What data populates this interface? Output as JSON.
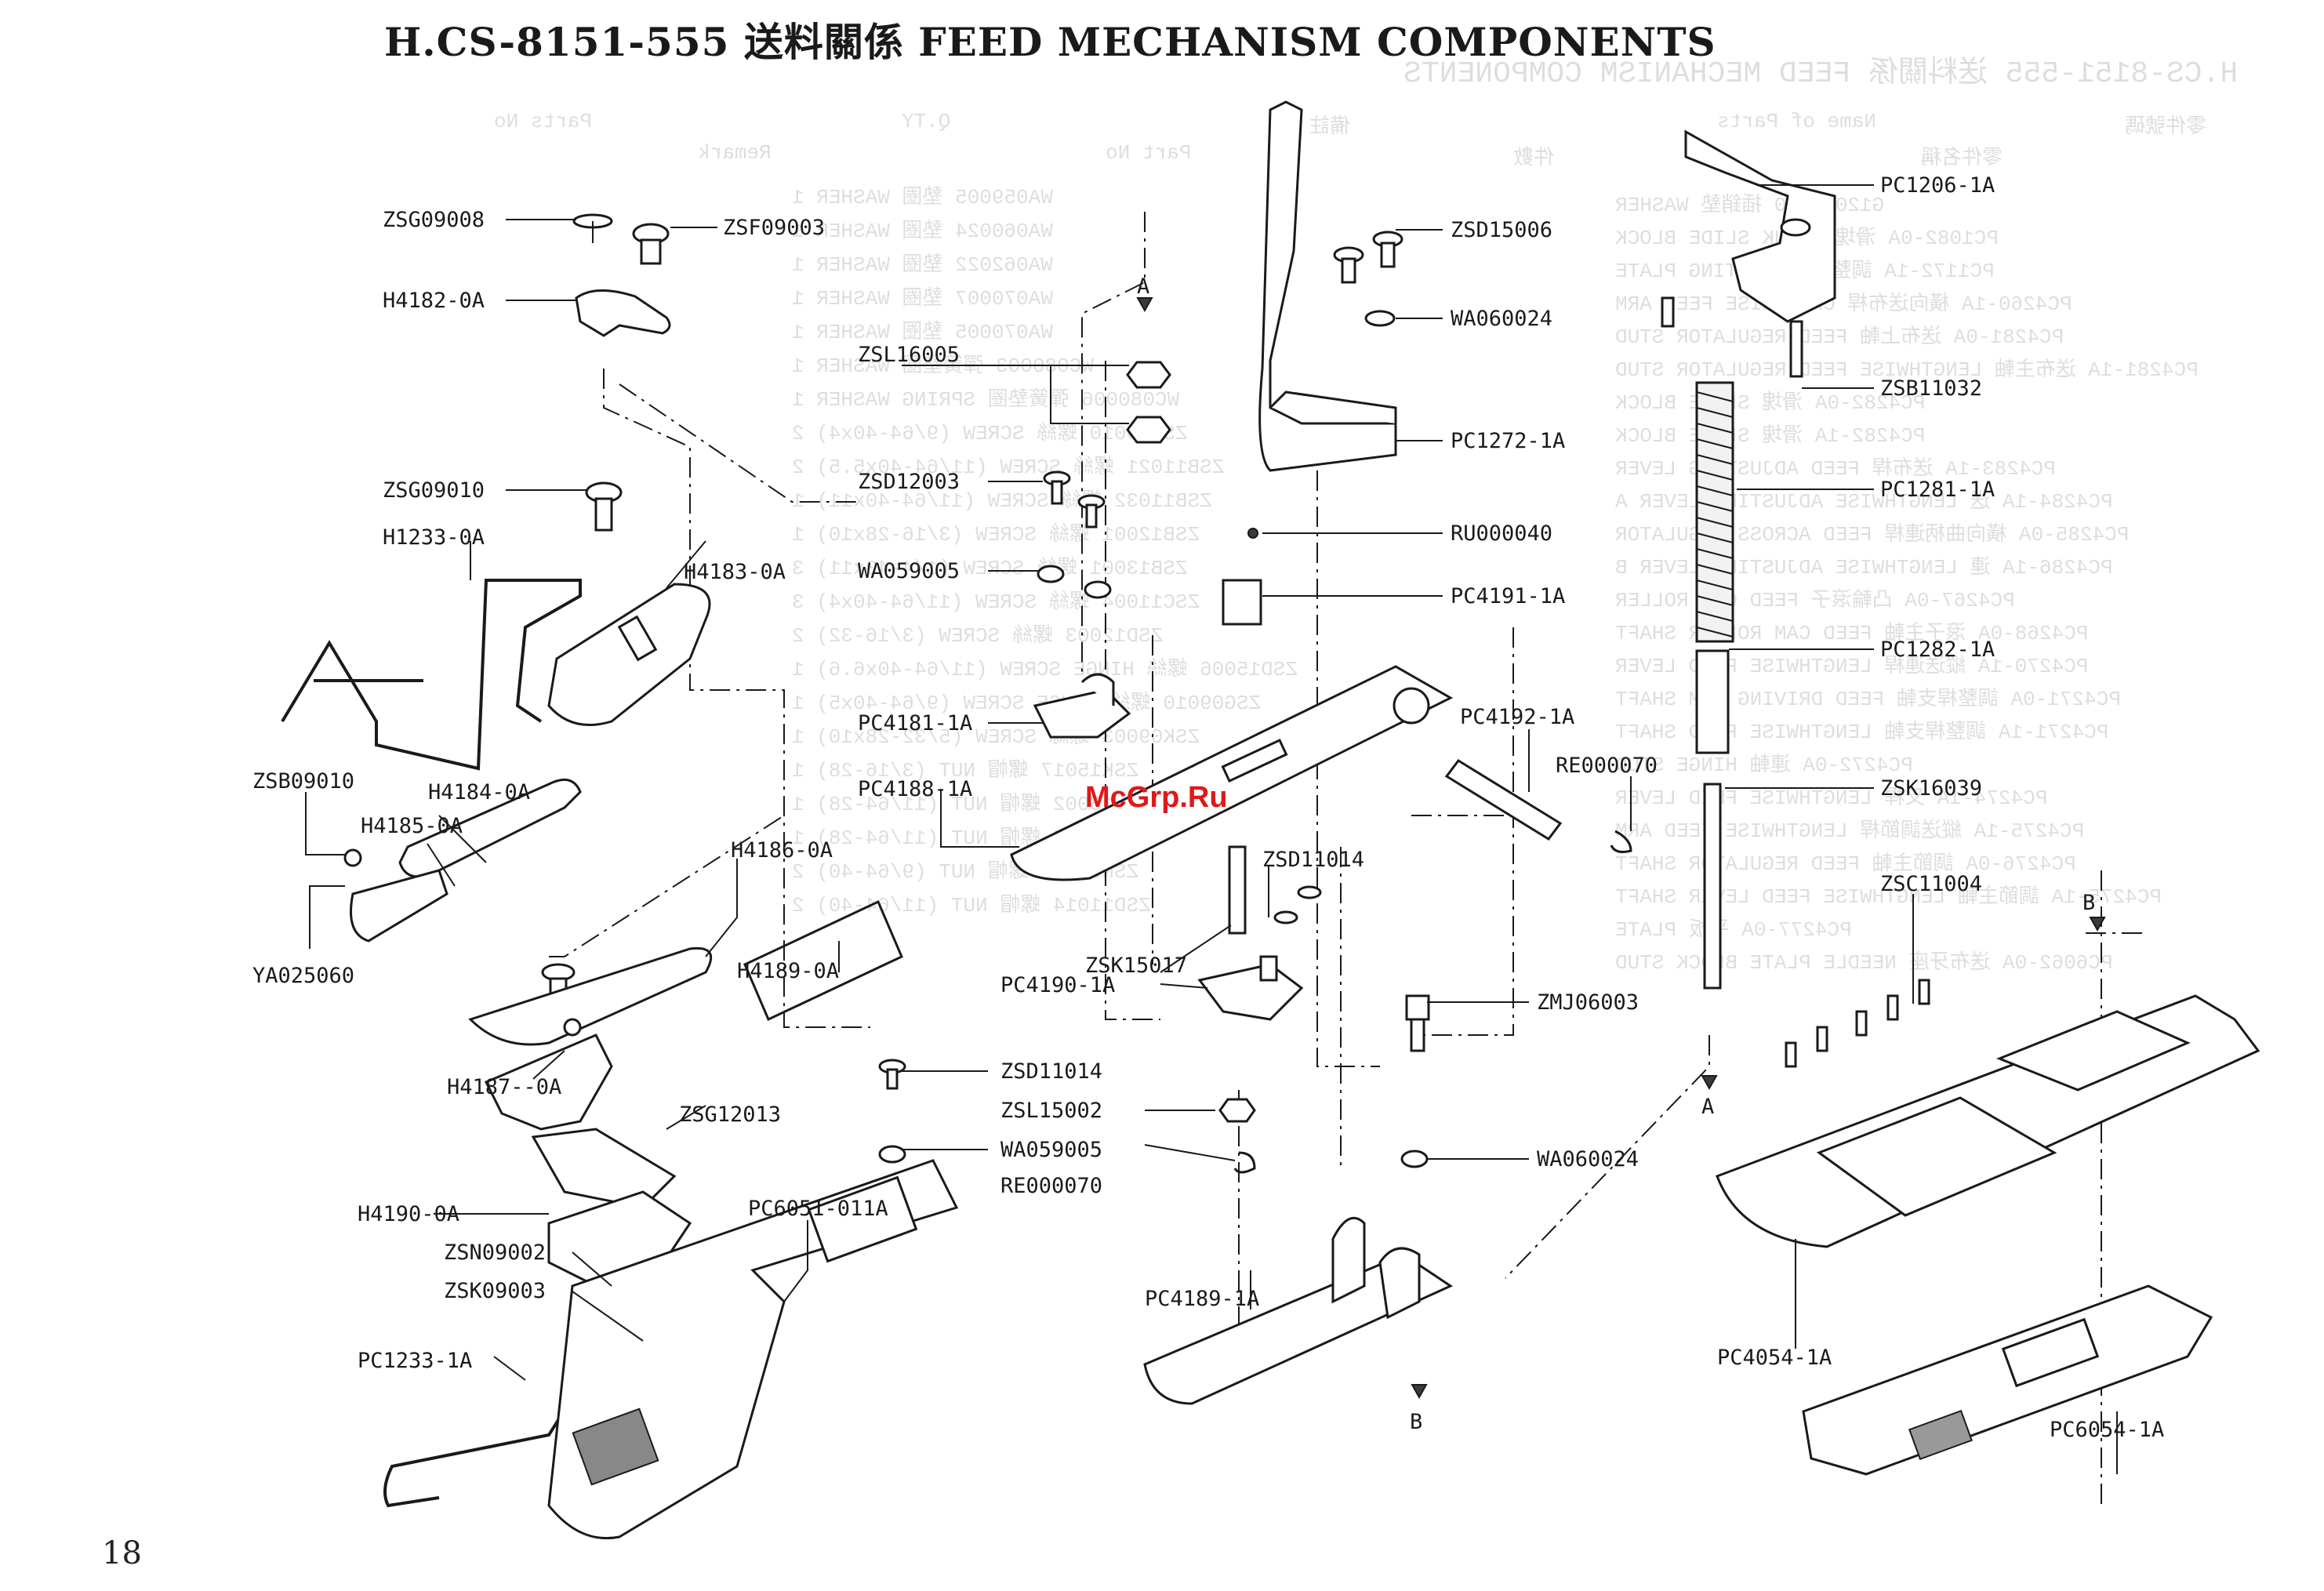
{
  "header": {
    "title": "H.CS-8151-555 送料關係 FEED MECHANISM COMPONENTS"
  },
  "page_number": "18",
  "watermark": "McGrp.Ru",
  "markers": {
    "A": "A",
    "B": "B"
  },
  "callouts": [
    {
      "id": "ZSG09008",
      "label": "ZSG09008"
    },
    {
      "id": "ZSF09003",
      "label": "ZSF09003"
    },
    {
      "id": "H4182-0A",
      "label": "H4182-0A"
    },
    {
      "id": "ZSG09010",
      "label": "ZSG09010"
    },
    {
      "id": "H1233-0A",
      "label": "H1233-0A"
    },
    {
      "id": "H4183-0A",
      "label": "H4183-0A"
    },
    {
      "id": "ZSB09010",
      "label": "ZSB09010"
    },
    {
      "id": "H4184-0A",
      "label": "H4184-0A"
    },
    {
      "id": "H4185-0A",
      "label": "H4185-0A"
    },
    {
      "id": "H4186-0A",
      "label": "H4186-0A"
    },
    {
      "id": "YA025060",
      "label": "YA025060"
    },
    {
      "id": "H4189-0A",
      "label": "H4189-0A"
    },
    {
      "id": "H4187-0A",
      "label": "H4187--0A"
    },
    {
      "id": "ZSG12013",
      "label": "ZSG12013"
    },
    {
      "id": "H4190-0A",
      "label": "H4190-0A"
    },
    {
      "id": "ZSN09002",
      "label": "ZSN09002"
    },
    {
      "id": "ZSK09003",
      "label": "ZSK09003"
    },
    {
      "id": "PC1233-1A",
      "label": "PC1233-1A"
    },
    {
      "id": "ZSL16005",
      "label": "ZSL16005"
    },
    {
      "id": "ZSD12003",
      "label": "ZSD12003"
    },
    {
      "id": "WA059005-a",
      "label": "WA059005"
    },
    {
      "id": "PC4181-1A",
      "label": "PC4181-1A"
    },
    {
      "id": "PC4188-1A",
      "label": "PC4188-1A"
    },
    {
      "id": "ZSD15006",
      "label": "ZSD15006"
    },
    {
      "id": "WA060024-a",
      "label": "WA060024"
    },
    {
      "id": "PC1272-1A",
      "label": "PC1272-1A"
    },
    {
      "id": "RU000040",
      "label": "RU000040"
    },
    {
      "id": "PC4191-1A",
      "label": "PC4191-1A"
    },
    {
      "id": "PC4192-1A",
      "label": "PC4192-1A"
    },
    {
      "id": "RE000070-a",
      "label": "RE000070"
    },
    {
      "id": "ZSD11014-a",
      "label": "ZSD11014"
    },
    {
      "id": "ZSK15017",
      "label": "ZSK15017"
    },
    {
      "id": "PC4190-1A",
      "label": "PC4190-1A"
    },
    {
      "id": "ZSD11014-b",
      "label": "ZSD11014"
    },
    {
      "id": "ZSL15002",
      "label": "ZSL15002"
    },
    {
      "id": "WA059005-b",
      "label": "WA059005"
    },
    {
      "id": "RE000070-b",
      "label": "RE000070"
    },
    {
      "id": "PC6051-011A",
      "label": "PC6051-011A"
    },
    {
      "id": "PC4189-1A",
      "label": "PC4189-1A"
    },
    {
      "id": "ZMJ06003",
      "label": "ZMJ06003"
    },
    {
      "id": "WA060024-b",
      "label": "WA060024"
    },
    {
      "id": "PC1206-1A",
      "label": "PC1206-1A"
    },
    {
      "id": "ZSB11032",
      "label": "ZSB11032"
    },
    {
      "id": "PC1281-1A",
      "label": "PC1281-1A"
    },
    {
      "id": "PC1282-1A",
      "label": "PC1282-1A"
    },
    {
      "id": "ZSK16039",
      "label": "ZSK16039"
    },
    {
      "id": "ZSC11004",
      "label": "ZSC11004"
    },
    {
      "id": "PC4054-1A",
      "label": "PC4054-1A"
    },
    {
      "id": "PC6054-1A",
      "label": "PC6054-1A"
    }
  ],
  "bleed_through": {
    "top_header": "H.CS-8151-555  送料關係  FEED MECHANISM COMPONENTS",
    "headers": [
      "零件號碼",
      "零件名稱",
      "Name of Parts",
      "件數",
      "備註",
      "Part No",
      "Q.TY",
      "Remark",
      "Parts No"
    ],
    "rows": [
      "G12011760 插銷墊  WASHER",
      "PC1082-0A 滑塊  CRANK SLIDE BLOCK",
      "PC1172-1A 調整板  ADJUSTING PLATE",
      "PC4260-1A 橫向送布桿  CROSSWISE FEED ARM",
      "PC4281-0A 送布上軸  FEED REGULATOR STUD",
      "PC4281-1A 送布主軸  LENGTHWISE FEED REGULATOR STUD",
      "PC4282-0A 滑塊  SLIDE BLOCK",
      "PC4282-1A 滑塊  SLIDE BLOCK",
      "PC4283-1A 送布桿  FEED ADJUSTING LEVER",
      "PC4284-1A 送  LENGTHWISE ADJUSTING LEVER A",
      "PC4285-0A 橫向曲柄連桿  FEED ACROSS REGULATOR",
      "PC4286-1A 連  LENGTHWISE ADJUSTING LEVER B",
      "PC4267-0A 凸輪滾子  FEED CAM ROLLER",
      "PC4268-0A 滾子主軸  FEED CAM ROLLER SHAFT",
      "PC4270-1A 縱送連桿  LENGTHWISE FEED LEVER",
      "PC4271-0A 調整桿支軸  FEED DRIVING ARM SHAFT",
      "PC4271-1A 調整桿支軸  LENGTHWISE FEED SHAFT",
      "PC4272-0A 連軸  HINGE STUD",
      "PC4274-1A 叉桿  LENGTHWISE FEED LEVER",
      "PC4275-1A 縱送調節桿  LENGTHWISE FEED ARM",
      "PC4276-0A 調節主軸  FEED REGULATOR SHAFT",
      "PC4275-1A 調節主軸  LENGTHWISE FEED LEVER SHAFT",
      "PC4277-0A 平板  PLATE",
      "PC6062-0A 送布牙座  NEEDLE PLATE BLOCK STUD"
    ],
    "mid_rows": [
      "WA059005 墊圈 WASHER 1",
      "WA060024 墊圈 WASHER 1",
      "WA062022 墊圈 WASHER 1",
      "WA070007 墊圈 WASHER 1",
      "WA070005 墊圈 WASHER 1",
      "WC080003 彈簧墊圈 WASHER 1",
      "WC080006 彈簧墊圈 SPRING WASHER 1",
      "ZSB09010 螺絲 SCREW (9/64-40x4) 2",
      "ZSB11021 螺絲 SCREW (11/64-40x5.5) 2",
      "ZSB11032 螺絲 SCREW (11/64-40x11) 1",
      "ZSB12001 螺絲 SCREW (3/16-28x10) 1",
      "ZSB13001 螺絲 SCREW (1/4-40x11) 3",
      "ZSC11004 螺絲 SCREW (11/64-40x4) 3",
      "ZSD12003 螺絲 SCREW (3/16-32) 2",
      "ZSD15006 螺絲 HINGE SCREW (11/64-40x6.6) 1",
      "ZSG09010 螺絲 HINGE SCREW (9/64-40x5) 1",
      "ZSK09003 螺絲 SCREW (5/32-28x10) 1",
      "ZSK15017 螺帽 NUT (3/16-28) 1",
      "ZSL15002 螺帽 NUT (11/64-28) 1",
      "ZSL16005 螺帽 NUT (11/64-28) 1",
      "ZSN09002 螺帽 NUT (9/64-40) 2",
      "ZSD11014 螺帽 NUT (11/64-40) 2"
    ]
  }
}
